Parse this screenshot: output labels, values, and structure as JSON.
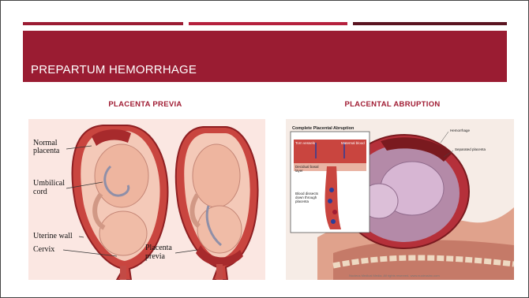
{
  "slide": {
    "title": "PREPARTUM HEMORRHAGE",
    "theme_colors": {
      "banner": "#9a1c32",
      "stripe_a": "#9b1c33",
      "stripe_b": "#b5203d",
      "stripe_c": "#5a1420",
      "caption": "#a01c33"
    }
  },
  "left": {
    "caption": "PLACENTA PREVIA",
    "labels": {
      "normal": "Normal",
      "placenta": "placenta",
      "umbilical": "Umbilical",
      "cord": "cord",
      "uterine_wall": "Uterine wall",
      "cervix": "Cervix",
      "placenta2": "Placenta",
      "previa": "previa"
    }
  },
  "right": {
    "caption": "PLACENTAL ABRUPTION",
    "labels": {
      "inset_title": "Complete Placental Abruption",
      "torn_vessels": "Torn vessels",
      "placental_blood": "Maternal blood",
      "basal_layer": "Decidual basal layer",
      "dissecting": "Blood dissects down through placenta",
      "hemorrhage": "Hemorrhage",
      "separated": "Separated placenta",
      "copyright": "Nucleus Medical Media. All rights reserved. www.nucleusinc.com"
    }
  }
}
